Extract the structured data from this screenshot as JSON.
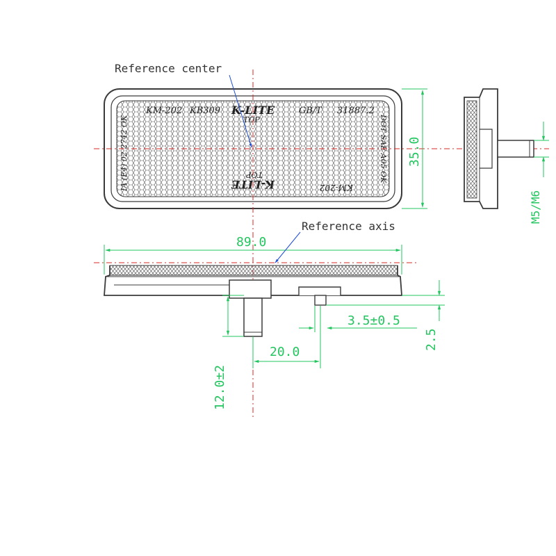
{
  "annotations": {
    "reference_center": "Reference center",
    "reference_axis": "Reference axis"
  },
  "dimensions": {
    "width": "89.0",
    "height": "35.0",
    "thread": "M5/M6",
    "offset": "20.0",
    "stud_length": "12.0±2",
    "step_width": "3.5±0.5",
    "step_height": "2.5"
  },
  "reflector_text": {
    "code1": "KM-202",
    "code2": "KB309",
    "brand": "K-LITE",
    "top": "TOP",
    "std1": "GB/T",
    "std2": "31887.2",
    "side_right": "DOT SAE A05 OK",
    "side_left": "IA (E4) 02 2742 OK",
    "bottom_brand": "K-LITE",
    "bottom_top": "TOP",
    "bottom_code": "KM-202"
  },
  "colors": {
    "outline": "#3a3a3a",
    "dimension": "#22c55e",
    "centerline": "#dc2626",
    "leader": "#1d4ed8"
  }
}
